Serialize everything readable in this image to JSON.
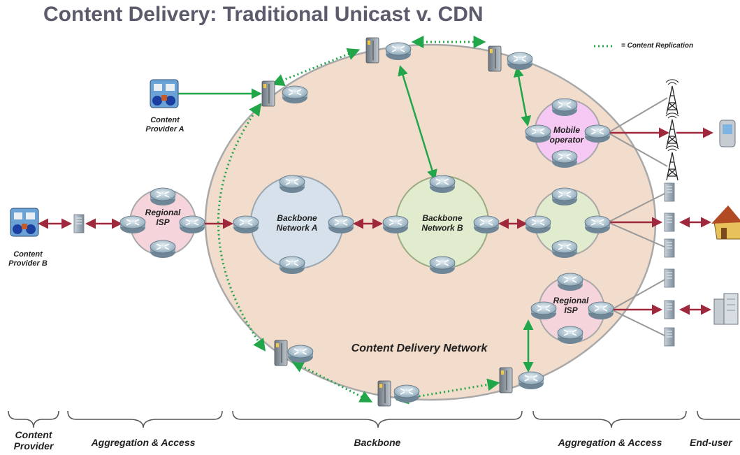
{
  "title": "Content Delivery:  Traditional Unicast v. CDN",
  "legend": {
    "text": "= Content Replication",
    "color": "#22a64a"
  },
  "labels": {
    "provider_a": [
      "Content",
      "Provider A"
    ],
    "provider_b": [
      "Content",
      "Provider B"
    ],
    "regional_isp_left": [
      "Regional",
      "ISP"
    ],
    "backbone_a": [
      "Backbone",
      "Network A"
    ],
    "backbone_b": [
      "Backbone",
      "Network B"
    ],
    "mobile_operator": [
      "Mobile",
      "operator"
    ],
    "regional_isp_right": [
      "Regional",
      "ISP"
    ],
    "cdn": "Content Delivery Network"
  },
  "sections": {
    "content_provider": [
      "Content",
      "Provider"
    ],
    "aggregation_left": "Aggregation & Access",
    "backbone": "Backbone",
    "aggregation_right": "Aggregation & Access",
    "end_user": "End-user"
  },
  "colors": {
    "cdn_fill": "#f2dccb",
    "cdn_stroke": "#a9a9a9",
    "backbone_a": "#d6e1ec",
    "backbone_b": "#e1ecce",
    "regional_isp": "#f6d4dc",
    "mobile": "#f6c8f4",
    "access_green": "#e1ecce",
    "red_link": "#a0283c",
    "green_link": "#22a64a"
  }
}
